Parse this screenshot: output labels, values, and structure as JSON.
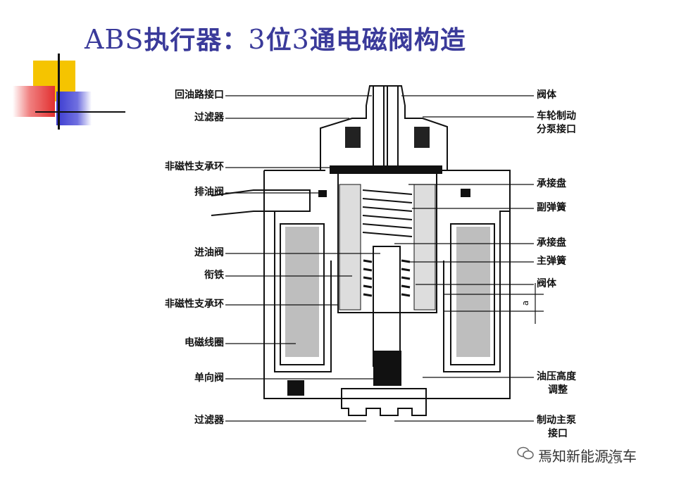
{
  "title_latin": "ABS",
  "title_cn": "执行器：",
  "title_3a": "3",
  "title_wei": "位",
  "title_3b": "3",
  "title_rest": "通电磁阀构造",
  "left_labels": [
    "回油路接口",
    "过滤器",
    "非磁性支承环",
    "排油阀",
    "进油阀",
    "衔铁",
    "非磁性支承环",
    "电磁线圈",
    "单向阀",
    "过滤器"
  ],
  "right_labels": [
    "阀体",
    "车轮制动",
    "分泵接口",
    "承接盘",
    "副弹簧",
    "承接盘",
    "主弹簧",
    "阀体",
    "油压高度",
    "调整",
    "制动主泵",
    "接口"
  ],
  "gap_label": "a",
  "watermark": "焉知新能源汽车",
  "page_number": "29",
  "colors": {
    "title": "#3a3a9a",
    "deco_yellow": "#f5c400",
    "deco_red": "#e23030",
    "deco_blue": "#3a3ad0"
  }
}
